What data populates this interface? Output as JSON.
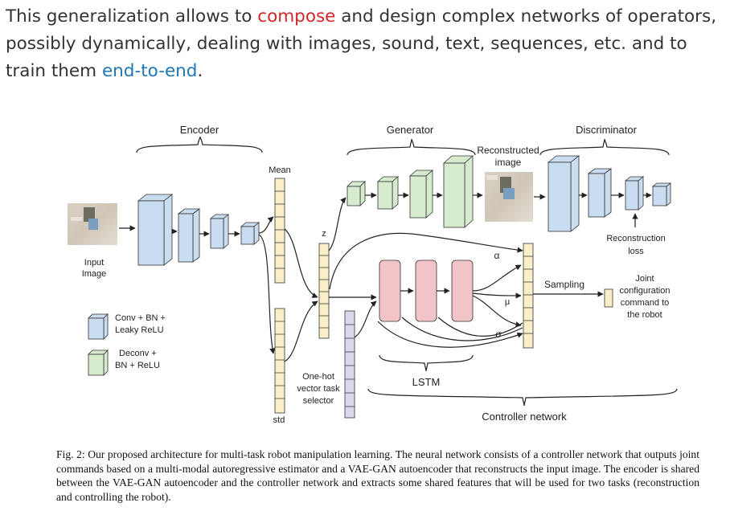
{
  "intro": {
    "part1": "This generalization allows to ",
    "link1": "compose",
    "part2": " and design complex networks of operators, possibly dynamically, dealing with images, sound, text, sequences, etc. and to train them ",
    "link2": "end-to-end",
    "part3": "."
  },
  "diagram": {
    "encoder_label": "Encoder",
    "generator_label": "Generator",
    "discriminator_label": "Discriminator",
    "reconstructed_label": [
      "Reconstructed",
      "image"
    ],
    "mean_label": "Mean",
    "std_label": "std",
    "z_label": "z",
    "input_label": [
      "Input",
      "Image"
    ],
    "alpha_label": "α",
    "mu_label": "μ",
    "sigma_label": "σ",
    "sampling_label": "Sampling",
    "recon_loss_label": [
      "Reconstruction",
      "loss"
    ],
    "joint_label": [
      "Joint",
      "configuration",
      "command to",
      "the robot"
    ],
    "lstm_label": "LSTM",
    "controller_label": "Controller network",
    "onehot_label": [
      "One-hot",
      "vector task",
      "selector"
    ],
    "legend": {
      "conv": [
        "Conv + BN +",
        "Leaky ReLU"
      ],
      "deconv": [
        "Deconv +",
        "BN + ReLU"
      ]
    },
    "colors": {
      "conv": "#c9dcf0",
      "deconv": "#d7ebcf",
      "latent": "#fbefc9",
      "onehot": "#ddd6ec",
      "lstm": "#f2c4c8"
    }
  },
  "caption": "Fig. 2: Our proposed architecture for multi-task robot manipulation learning. The neural network consists of a controller network that outputs joint commands based on a multi-modal autoregressive estimator and a VAE-GAN autoencoder that reconstructs the input image. The encoder is shared between the VAE-GAN autoencoder and the controller network and extracts some shared features that will be used for two tasks (reconstruction and controlling the robot)."
}
